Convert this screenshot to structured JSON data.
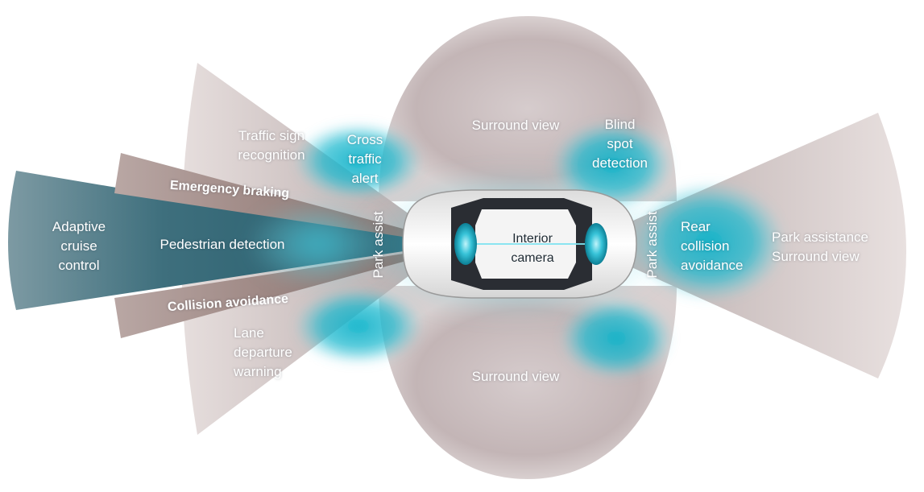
{
  "labels": {
    "adaptive_cruise": "Adaptive\ncruise\ncontrol",
    "pedestrian": "Pedestrian detection",
    "emergency_braking": "Emergency braking",
    "collision_avoidance": "Collision avoidance",
    "traffic_sign": "Traffic sign\nrecognition",
    "cross_traffic": "Cross\ntraffic\nalert",
    "lane_departure": "Lane\ndeparture\nwarning",
    "surround_top": "Surround view",
    "surround_bottom": "Surround view",
    "blind_spot": "Blind\nspot\ndetection",
    "park_assist_front": "Park assist",
    "park_assist_rear": "Park assist",
    "interior_camera": "Interior\ncamera",
    "rear_collision": "Rear\ncollision\navoidance",
    "park_assistance_surround": "Park assistance\nSurround view"
  },
  "colors": {
    "long_range_teal": "#2f6e7d",
    "sector_gray": "#c9bcbd",
    "sector_brown": "#8e7470",
    "glow_cyan": "#14b8cf",
    "car_white": "#f2f2f2"
  }
}
